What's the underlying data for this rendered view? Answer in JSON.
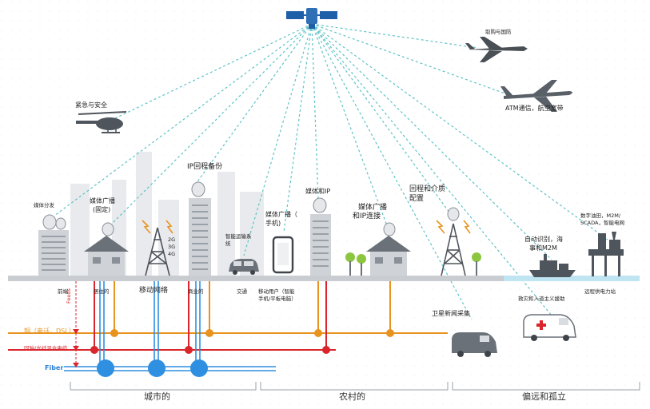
{
  "colors": {
    "beam": "#5fc3c7",
    "fiber": "#2f8fe0",
    "copper": "#e8931e",
    "red_line": "#d9252b",
    "ground": "#c9ccd1",
    "water": "#bfe4f2",
    "building": "#cfd3d8",
    "dark": "#555b63"
  },
  "labels": {
    "defense": "取购与国防",
    "atm": "ATM通信，航空宽带",
    "emergency": "紧急与安全",
    "media_dist": "媒体分发",
    "media_bc_fixed_1": "媒体广播",
    "media_bc_fixed_2": "(固定)",
    "ip_backhaul": "IP回程备份",
    "its_1": "智能运输系",
    "its_2": "统",
    "media_bc_mobile_1": "媒体广播（",
    "media_bc_mobile_2": "手机)",
    "media_ip": "媒体和IP",
    "media_bc_ip_1": "媒体广播",
    "media_bc_ip_2": "和IP连接",
    "backhaul_media_1": "回程和介质",
    "backhaul_media_2": "配置",
    "auto_id_1": "自动识别，海",
    "auto_id_2": "事和M2M",
    "digital_oil_1": "数字油田，M2M/",
    "digital_oil_2": "SCADA，智能电网",
    "gen_2g": "2G",
    "gen_3g": "3G",
    "gen_4g": "4G",
    "premise": "前端",
    "residential": "居住的",
    "mobile_network": "移动网络",
    "commercial": "商业的",
    "traffic": "交通",
    "mobile_user_1": "移动用户（智能",
    "mobile_user_2": "手机/平板电脑）",
    "sat_news": "卫星新闻采集",
    "rescue": "救灾和人道主义援助",
    "remote_power": "远程供电力站",
    "feeds": "Feeds",
    "copper": "铜（电话，DSL）",
    "coax": "同轴/光纤混合电缆",
    "fiber": "Fiber"
  },
  "zones": {
    "urban": "城市的",
    "rural": "农村的",
    "remote": "偏远和孤立"
  }
}
